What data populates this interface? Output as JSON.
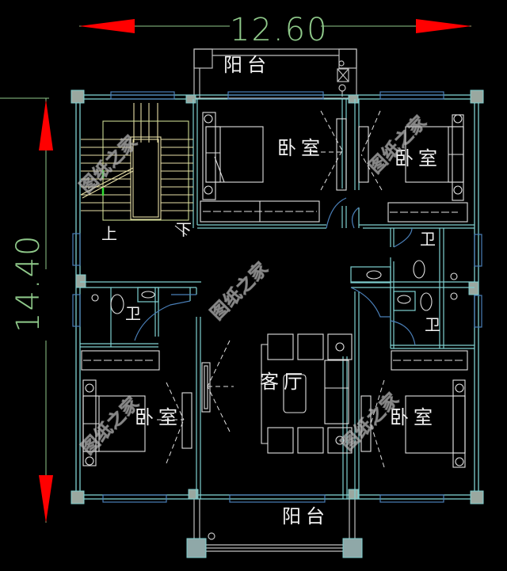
{
  "drawing": {
    "type": "architectural floor plan (CAD)",
    "background": "#000000",
    "colors": {
      "wall": "#7fd0d0",
      "wall_fill": "#9aa8a0",
      "window": "#4a7fb8",
      "furniture": "#e8e8e8",
      "stair": "#e8e0a8",
      "dimension_line": "#8fc98a",
      "dimension_arrow": "#ff0000",
      "section_mark": "#33dd33",
      "watermark": "#8c8c8c"
    }
  },
  "dimensions": {
    "width": "12.60",
    "depth": "14.40"
  },
  "rooms": {
    "balcony_top": "阳台",
    "bedroom_top_center": "卧室",
    "bedroom_top_right": "卧室",
    "stair_up": "上",
    "stair_down": "下",
    "bathroom_right_top": "卫",
    "bathroom_left": "卫",
    "bathroom_right_bottom": "卫",
    "living_room": "客厅",
    "bedroom_bottom_left": "卧室",
    "bedroom_bottom_right": "卧室",
    "balcony_bottom": "阳台"
  },
  "watermarks": [
    "图纸之家",
    "图纸之家",
    "图纸之家",
    "图纸之家",
    "图纸之家",
    "图纸之家"
  ]
}
